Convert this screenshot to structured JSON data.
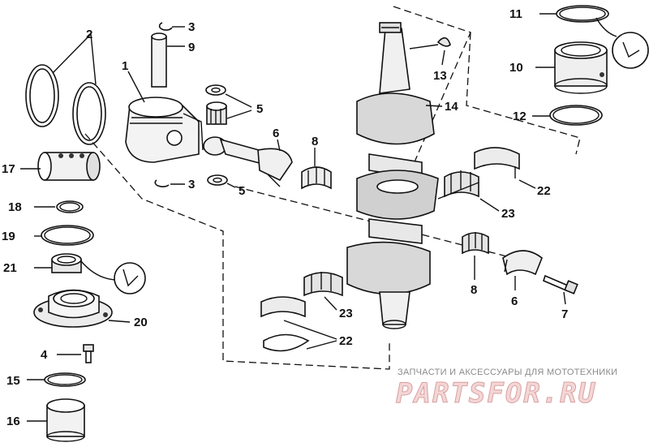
{
  "callouts": {
    "n1": "1",
    "n2": "2",
    "n3a": "3",
    "n3b": "3",
    "n4": "4",
    "n5a": "5",
    "n5b": "5",
    "n6a": "6",
    "n6b": "6",
    "n7": "7",
    "n8a": "8",
    "n8b": "8",
    "n9": "9",
    "n10": "10",
    "n11": "11",
    "n12": "12",
    "n13": "13",
    "n14": "14",
    "n15": "15",
    "n16": "16",
    "n17": "17",
    "n18": "18",
    "n19": "19",
    "n20": "20",
    "n21": "21",
    "n22a": "22",
    "n22b": "22",
    "n23a": "23",
    "n23b": "23"
  },
  "watermark": {
    "tagline": "ЗАПЧАСТИ И АКСЕССУАРЫ ДЛЯ МОТОТЕХНИКИ",
    "logo": "PARTSFOR.RU"
  }
}
